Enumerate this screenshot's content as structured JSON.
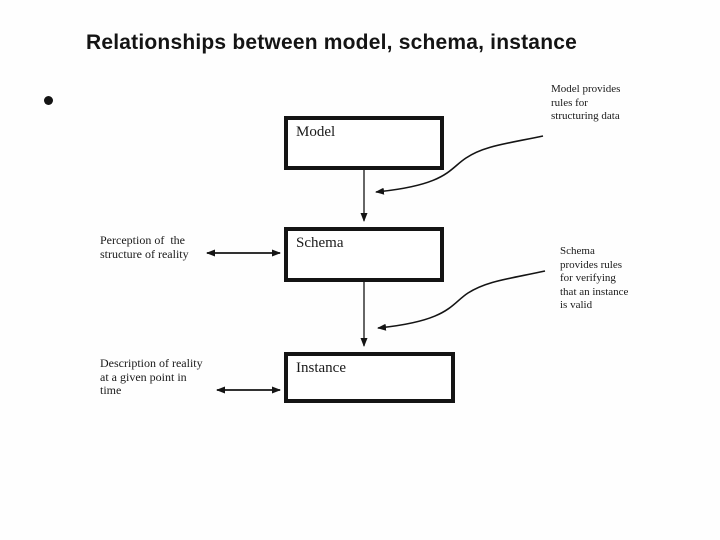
{
  "slide": {
    "title": "Relationships between model, schema, instance",
    "bullet": "•"
  },
  "diagram": {
    "boxes": [
      {
        "id": "model",
        "label": "Model"
      },
      {
        "id": "schema",
        "label": "Schema"
      },
      {
        "id": "instance",
        "label": "Instance"
      }
    ],
    "notes": {
      "model_note": "Model provides\nrules for\nstructuring data",
      "schema_note": "Schema\nprovides rules\nfor verifying\nthat an instance\nis valid",
      "perception_note": "Perception of  the\nstructure of reality",
      "description_note": "Description of reality\nat a given point in\ntime"
    },
    "connectors": [
      {
        "id": "model-to-schema",
        "type": "arrow-down",
        "from": "model",
        "to": "schema"
      },
      {
        "id": "schema-to-instance",
        "type": "arrow-down",
        "from": "schema",
        "to": "instance"
      },
      {
        "id": "perception-schema-link",
        "type": "double-arrow",
        "from": "perception_note",
        "to": "schema"
      },
      {
        "id": "description-instance-link",
        "type": "double-arrow",
        "from": "description_note",
        "to": "instance"
      },
      {
        "id": "model-note-curve",
        "type": "curved-arrow",
        "from": "model_note",
        "to": "model-to-schema"
      },
      {
        "id": "schema-note-curve",
        "type": "curved-arrow",
        "from": "schema_note",
        "to": "schema-to-instance"
      }
    ]
  },
  "colors": {
    "ink": "#141414",
    "background": "#fefefe"
  }
}
